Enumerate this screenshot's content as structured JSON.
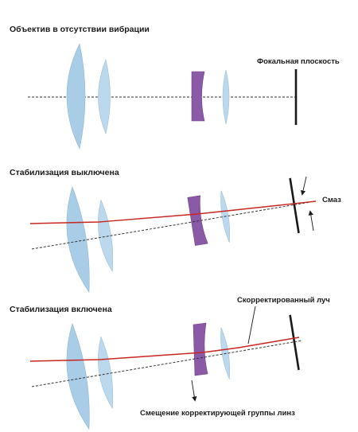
{
  "panels": [
    {
      "title": "Объектив в отсутствии вибрации",
      "focal_plane_label": "Фокальная плоскость"
    },
    {
      "title": "Стабилизация выключена",
      "blur_label": "Смаз"
    },
    {
      "title": "Стабилизация включена",
      "corrected_ray_label": "Скорректированный луч",
      "shift_label": "Смещение корректирующей группы линз"
    }
  ],
  "colors": {
    "lens": "#a9cde6",
    "correcting_group": "#8a5aa6",
    "ray": "#c8261e",
    "focal_plane": "#1a1a1a"
  }
}
